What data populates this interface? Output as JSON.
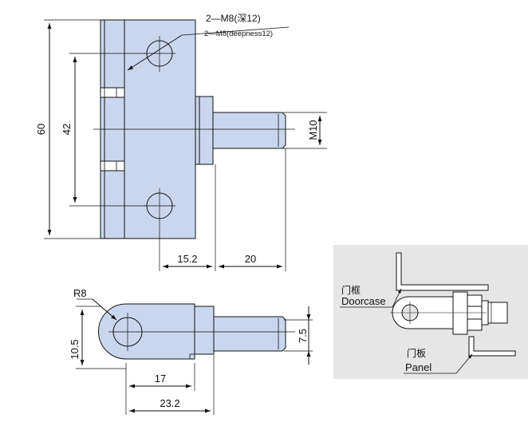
{
  "colors": {
    "part_fill": "#c9d7ee",
    "outline": "#111111",
    "inset_bg": "#e6e6e6"
  },
  "front_view": {
    "height_overall": "60",
    "height_holes": "42",
    "thread_dia": "M10",
    "width_body": "15.2",
    "width_pin": "20",
    "hole_callout_cn": "2—M8(深12)",
    "hole_callout_en": "2—M8(deepness12)"
  },
  "side_view": {
    "radius": "R8",
    "left_height": "10.5",
    "pin_height": "7.5",
    "length_inner": "17",
    "length_outer": "23.2"
  },
  "inset": {
    "doorcase_cn": "门框",
    "doorcase_en": "Doorcase",
    "panel_cn": "门板",
    "panel_en": "Panel"
  }
}
